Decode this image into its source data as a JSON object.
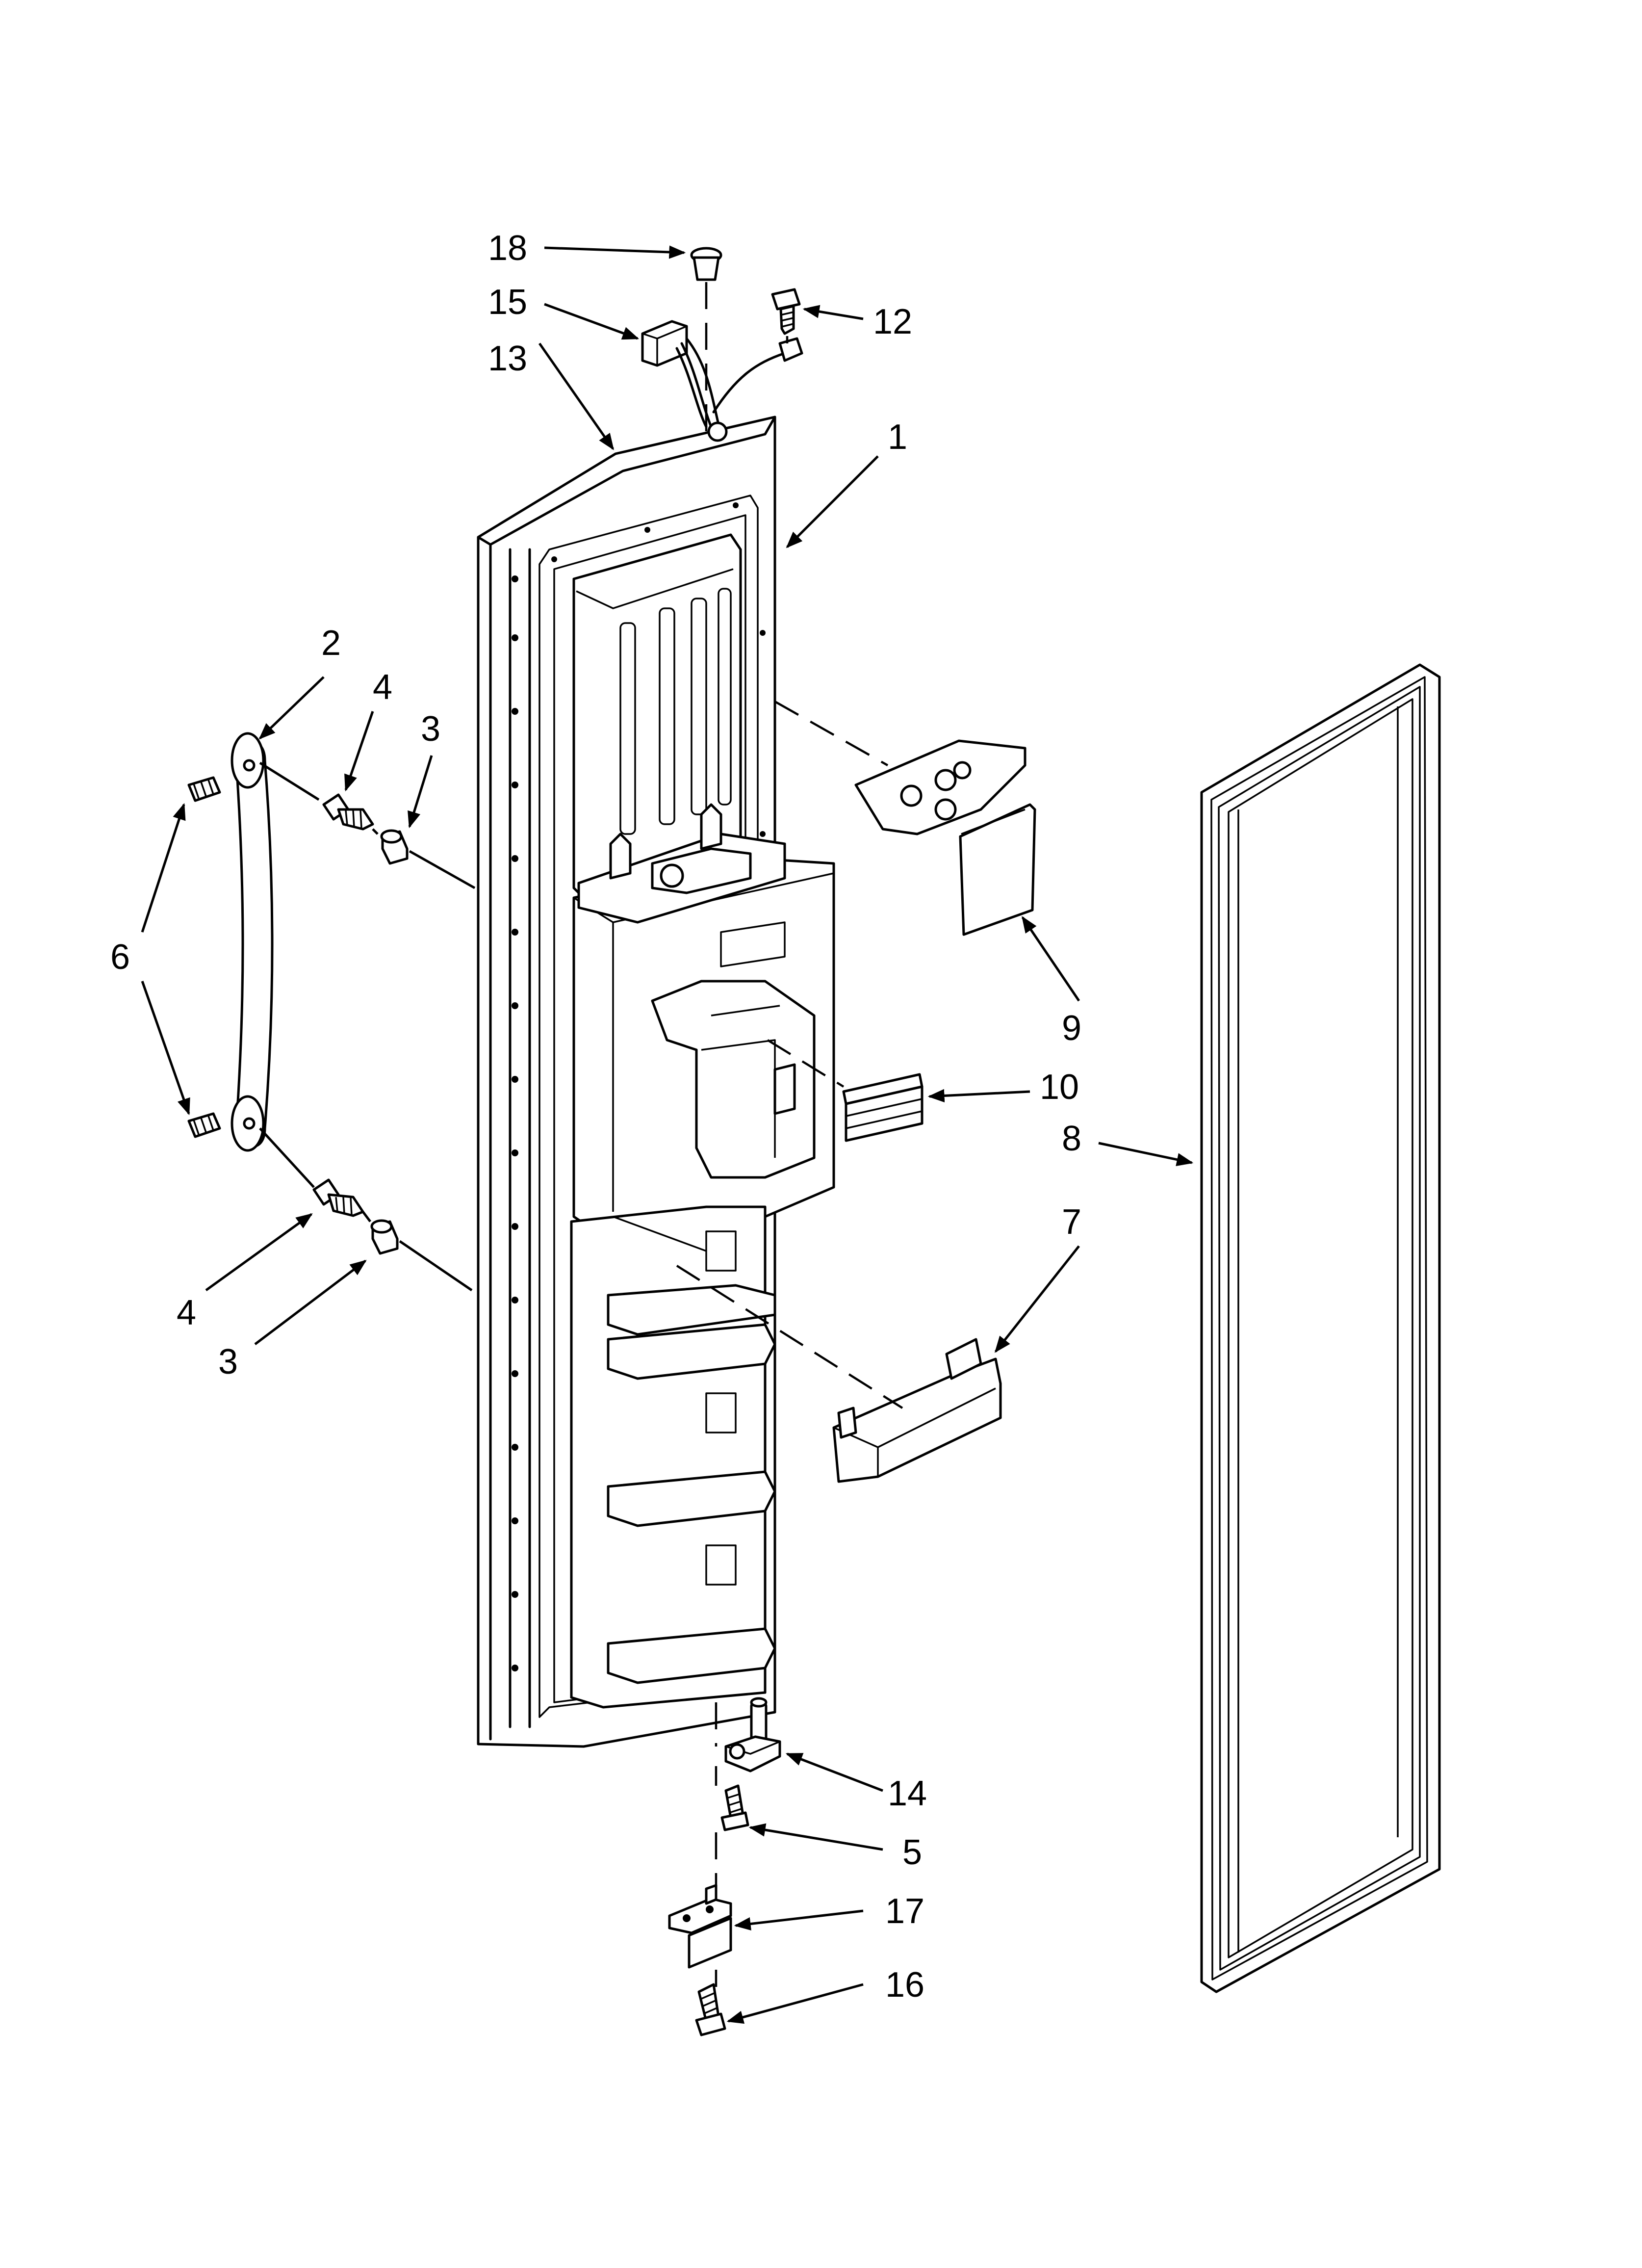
{
  "callouts": {
    "c18": "18",
    "c15": "15",
    "c13": "13",
    "c12": "12",
    "c1": "1",
    "c2": "2",
    "c4a": "4",
    "c3a": "3",
    "c6": "6",
    "c9": "9",
    "c10": "10",
    "c8": "8",
    "c7": "7",
    "c4b": "4",
    "c3b": "3",
    "c14": "14",
    "c5": "5",
    "c17": "17",
    "c16": "16"
  },
  "colors": {
    "line": "#000000",
    "background": "#ffffff",
    "shade": "#e6e6e6"
  }
}
